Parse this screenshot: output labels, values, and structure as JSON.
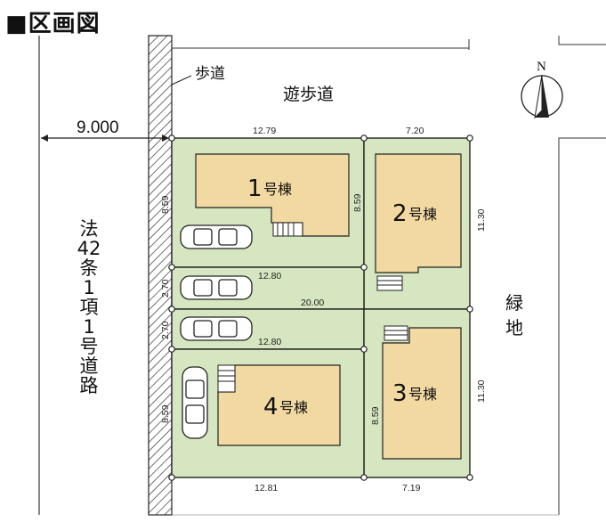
{
  "title": "■区画図",
  "labels": {
    "sidewalk": "歩道",
    "promenade": "遊歩道",
    "road_distance": "9.000",
    "green_belt": [
      "緑",
      "地"
    ],
    "road_law": [
      "法",
      "42",
      "条",
      "1",
      "項",
      "1",
      "号",
      "道",
      "路"
    ],
    "north": "N"
  },
  "buildings": {
    "b1": {
      "number": "1",
      "suffix": "号棟"
    },
    "b2": {
      "number": "2",
      "suffix": "号棟"
    },
    "b3": {
      "number": "3",
      "suffix": "号棟"
    },
    "b4": {
      "number": "4",
      "suffix": "号棟"
    }
  },
  "dimensions": {
    "top_left": "12.79",
    "top_right": "7.20",
    "lot1_left": "8.59",
    "lot1_right": "8.59",
    "driveway_top": "12.80",
    "driveway_top_height": "2.70",
    "driveway_width": "20.00",
    "driveway_bottom_height": "2.70",
    "driveway_bottom": "12.80",
    "lot2_right": "11.30",
    "lot3_right": "11.30",
    "lot4_left": "8.59",
    "lot4_right": "8.59",
    "bottom_left": "12.81",
    "bottom_right": "7.19"
  },
  "colors": {
    "lot_green": "#d6e6c0",
    "building_tan": "#f2d9a2",
    "line": "#222222"
  }
}
